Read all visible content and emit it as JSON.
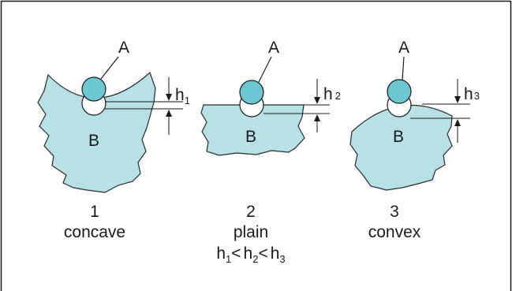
{
  "colors": {
    "body_fill": "#b5e1e7",
    "body_stroke": "#2a2a2a",
    "sphere_fill": "#6cc7d3",
    "sphere_stroke": "#1a1a1a",
    "frame_stroke": "#1a1a1a",
    "dim_line": "#1a1a1a",
    "hidden_sphere_fill": "#ffffff"
  },
  "labels": {
    "sphere": "A",
    "body": "B",
    "h": "h"
  },
  "panels": [
    {
      "number": "1",
      "name": "concave",
      "h_index": "1"
    },
    {
      "number": "2",
      "name": "plain",
      "h_index": "2"
    },
    {
      "number": "3",
      "name": "convex",
      "h_index": "3"
    }
  ],
  "relation": {
    "h": "h",
    "s1": "1",
    "s2": "2",
    "s3": "3",
    "lt": "<"
  }
}
